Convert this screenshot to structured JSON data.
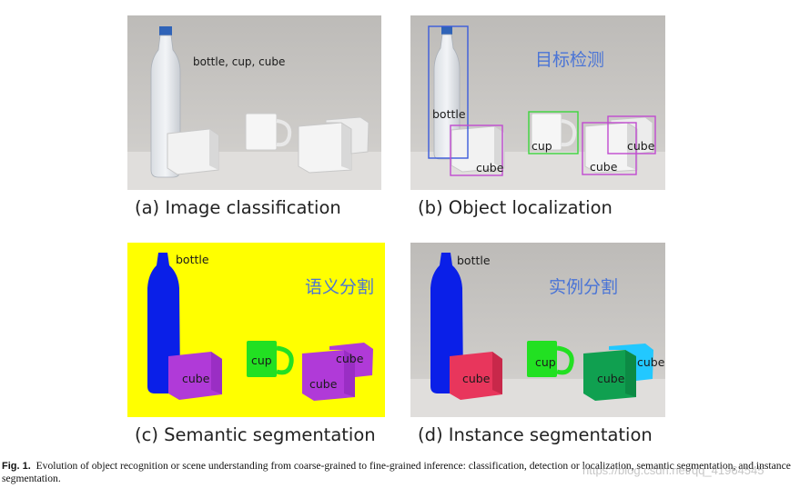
{
  "panels": {
    "a": {
      "objects_label": "bottle, cup, cube",
      "caption": "(a) Image classification"
    },
    "b": {
      "cjk": "目标检测",
      "labels": {
        "bottle": "bottle",
        "cup": "cup",
        "cube1": "cube",
        "cube2": "cube",
        "cube3": "cube"
      },
      "caption": "(b) Object localization"
    },
    "c": {
      "cjk": "语义分割",
      "labels": {
        "bottle": "bottle",
        "cup": "cup",
        "cube1": "cube",
        "cube2": "cube",
        "cube3": "cube"
      },
      "caption": "(c) Semantic segmentation"
    },
    "d": {
      "cjk": "实例分割",
      "labels": {
        "bottle": "bottle",
        "cup": "cup",
        "cube1": "cube",
        "cube2": "cube",
        "cube3": "cube"
      },
      "caption": "(d) Instance segmentation"
    }
  },
  "figure_caption": {
    "label": "Fig. 1.",
    "text": "Evolution of object recognition or scene understanding from coarse-grained to fine-grained inference: classification, detection or localization, semantic segmentation, and instance segmentation."
  },
  "watermark": "https://blog.csdn.net/qq_41964545",
  "colors": {
    "photo_bg": "#cbc9c6",
    "table": "#dcdad8",
    "box_bottle": "#3b5bdb",
    "box_cube": "#c04ad0",
    "box_cup": "#3cd63c",
    "sem_bg": "#ffff00",
    "sem_bottle": "#0a1fe8",
    "sem_cube": "#b03ad8",
    "sem_cup": "#22e022",
    "inst_bottle": "#0a1fe8",
    "inst_cube1": "#e8365c",
    "inst_cube2": "#10a050",
    "inst_cube3": "#22c8ff",
    "inst_cup": "#22e022"
  }
}
